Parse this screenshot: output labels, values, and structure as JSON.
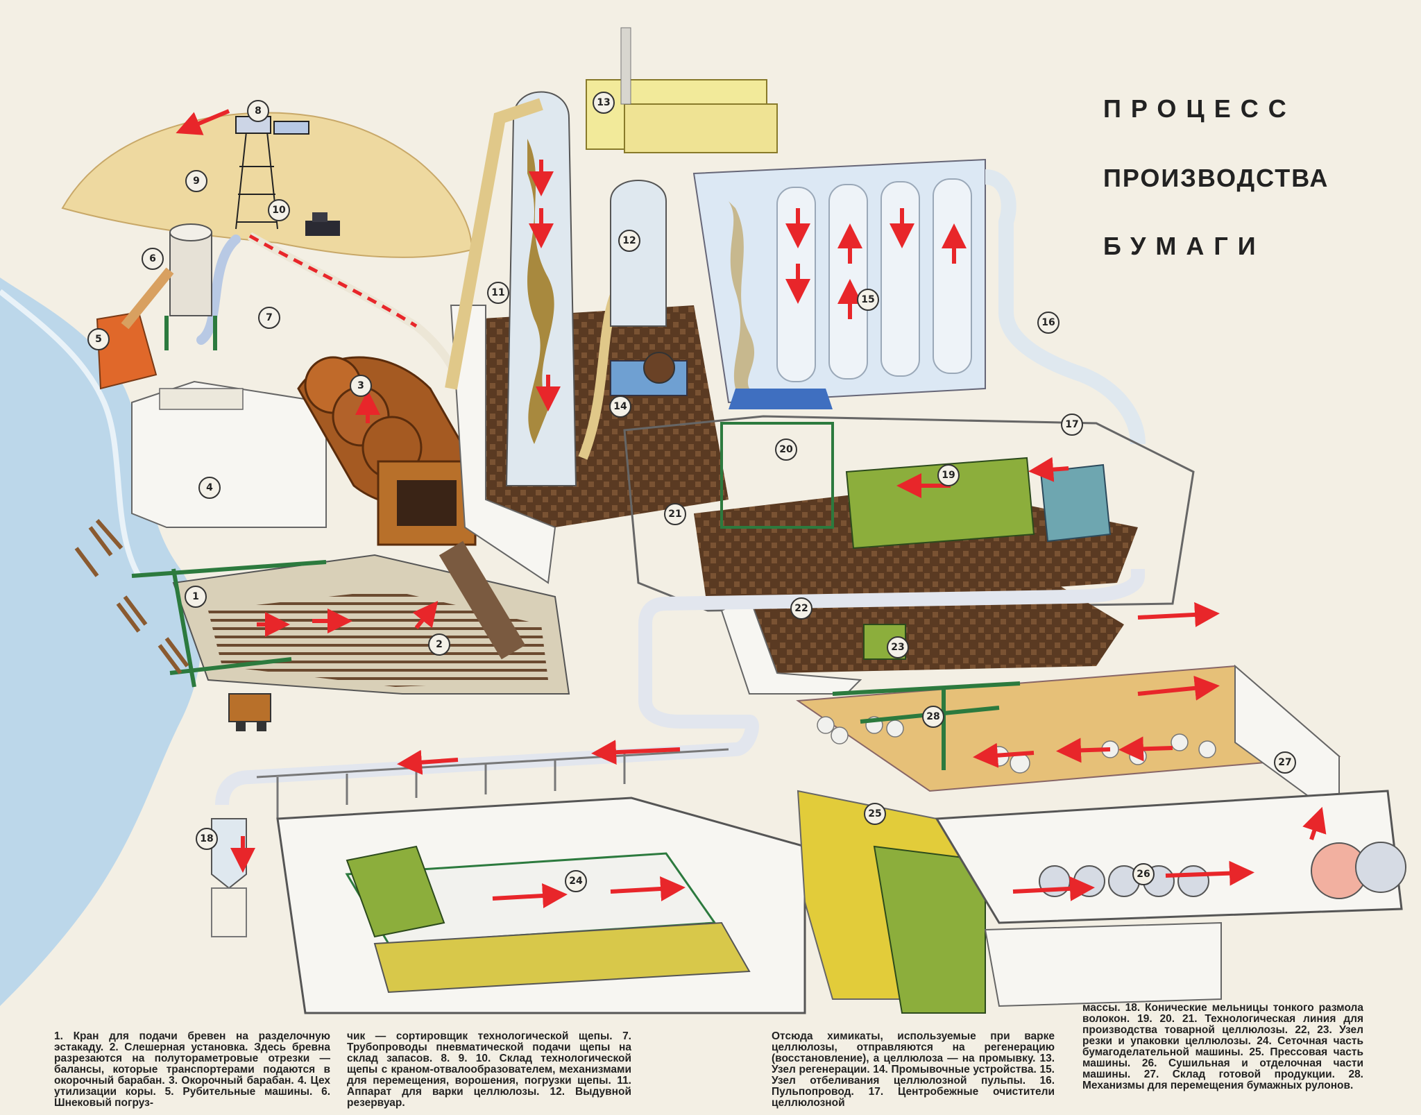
{
  "title": {
    "line1": "ПРОЦЕСС",
    "line2": "ПРОИЗВОДСТВА",
    "line3": "БУМАГИ"
  },
  "markers": [
    {
      "id": "m1",
      "label": "1"
    },
    {
      "id": "m2",
      "label": "2"
    },
    {
      "id": "m3",
      "label": "3"
    },
    {
      "id": "m4",
      "label": "4"
    },
    {
      "id": "m5",
      "label": "5"
    },
    {
      "id": "m6",
      "label": "6"
    },
    {
      "id": "m7",
      "label": "7"
    },
    {
      "id": "m8",
      "label": "8"
    },
    {
      "id": "m9",
      "label": "9"
    },
    {
      "id": "m10",
      "label": "10"
    },
    {
      "id": "m11",
      "label": "11"
    },
    {
      "id": "m12",
      "label": "12"
    },
    {
      "id": "m13",
      "label": "13"
    },
    {
      "id": "m14",
      "label": "14"
    },
    {
      "id": "m15",
      "label": "15"
    },
    {
      "id": "m16",
      "label": "16"
    },
    {
      "id": "m17",
      "label": "17"
    },
    {
      "id": "m18",
      "label": "18"
    },
    {
      "id": "m19",
      "label": "19"
    },
    {
      "id": "m20",
      "label": "20"
    },
    {
      "id": "m21",
      "label": "21"
    },
    {
      "id": "m22",
      "label": "22"
    },
    {
      "id": "m23",
      "label": "23"
    },
    {
      "id": "m24",
      "label": "24"
    },
    {
      "id": "m25",
      "label": "25"
    },
    {
      "id": "m26",
      "label": "26"
    },
    {
      "id": "m27",
      "label": "27"
    },
    {
      "id": "m28",
      "label": "28"
    }
  ],
  "captions": {
    "col1": "1. Кран для подачи бревен на разделочную эстакаду. 2. Слешерная установка. Здесь бревна разрезаются на полутораметровые отрезки — балансы, которые транспортерами подаются в окорочный барабан. 3. Окорочный барабан. 4. Цех утилизации коры. 5. Рубительные машины. 6. Шнековый погруз-",
    "col2": "чик — сортировщик технологической щепы. 7. Трубопроводы пневматической подачи щепы на склад запасов. 8. 9. 10. Склад технологической щепы с краном-отвалообразователем, механизмами для перемещения, ворошения, погрузки щепы. 11. Аппарат для варки целлюлозы. 12. Выдувной резервуар.",
    "col3": "Отсюда химикаты, используемые при варке целлюлозы, отправляются на регенерацию (восстановление), а целлюлоза — на промывку. 13. Узел регенерации. 14. Промывочные устройства. 15. Узел отбеливания целлюлозной пульпы. 16. Пульпопровод. 17. Центробежные очистители целлюлозной",
    "col4": "массы. 18. Конические мельницы тонкого размола волокон. 19. 20. 21. Технологическая линия для производства товарной целлюлозы. 22, 23. Узел резки и упаковки целлюлозы. 24. Сеточная часть бумагоделательной машины. 25. Прессовая часть машины. 26. Сушильная и отделочная части машины. 27. Склад готовой продукции. 28. Механизмы для перемещения бумажных рулонов."
  },
  "colors": {
    "flow_arrow": "#e8262a",
    "river": "#bcd7ea",
    "chip_pile": "#eed9a0",
    "floor_tile": "#5a3a22",
    "building": "#f7f6f2",
    "machine_green": "#8cae3c",
    "press_yellow": "#e2cc3a",
    "pipe_blue": "#b8c9e4",
    "drum_brown": "#a55a22",
    "digester_pulp": "#a8893e",
    "regen_yellow": "#f2ea9a",
    "warehouse_floor": "#e6c078"
  }
}
